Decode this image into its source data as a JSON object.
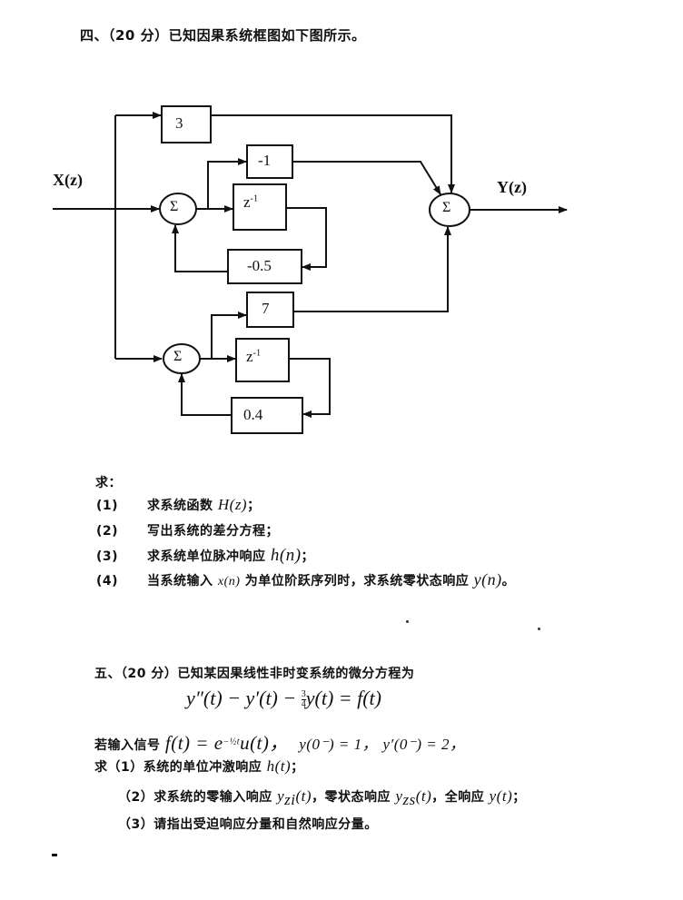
{
  "problem4": {
    "heading": "四、（20 分）已知因果系统框图如下图所示。",
    "diagram": {
      "input_label": "X(z)",
      "output_label": "Y(z)",
      "sum_symbol": "Σ",
      "gain_top": "3",
      "upper_branch": {
        "feedforward_gain": "-1",
        "delay": "z",
        "delay_exp": "-1",
        "feedback_gain": "-0.5"
      },
      "lower_branch": {
        "feedforward_gain": "7",
        "delay": "z",
        "delay_exp": "-1",
        "feedback_gain": "0.4"
      }
    },
    "ask_label": "求：",
    "questions": [
      {
        "num": "(1)",
        "text": "求系统函数 ",
        "math": "H(z)",
        "tail": "；"
      },
      {
        "num": "(2)",
        "text": "写出系统的差分方程；",
        "math": "",
        "tail": ""
      },
      {
        "num": "(3)",
        "text": "求系统单位脉冲响应 ",
        "math": "h(n)",
        "tail": "；"
      },
      {
        "num": "(4)",
        "text": "当系统输入 ",
        "math": "x(n)",
        "tail": " 为单位阶跃序列时，求系统零状态响应 ",
        "math2": "y(n)",
        "tail2": "。"
      }
    ]
  },
  "problem5": {
    "heading": "五、（20 分）已知某因果线性非时变系统的微分方程为",
    "equation": {
      "lhs1": "y″(t) − y′(t) − ",
      "frac_num": "3",
      "frac_den": "4",
      "lhs2": "y(t) = f(t)"
    },
    "input_line": {
      "prefix": "若输入信号 ",
      "f_def": "f(t) = e",
      "f_exp": "−½t",
      "f_tail": "u(t)，",
      "ic1": "y(0⁻) = 1，",
      "ic2": "y′(0⁻) = 2，"
    },
    "ask_prefix": "求",
    "questions": [
      {
        "num": "（1）",
        "text": "系统的单位冲激响应 ",
        "math": "h(t)",
        "tail": "；"
      },
      {
        "num": "（2）",
        "text": "求系统的零输入响应 ",
        "math": "y",
        "sub": "zi",
        "math_tail": "(t)",
        "text2": "，零状态响应 ",
        "math2": "y",
        "sub2": "zs",
        "math2_tail": "(t)",
        "text3": "，全响应 ",
        "math3": "y(t)",
        "tail": "；"
      },
      {
        "num": "（3）",
        "text": "请指出受迫响应分量和自然响应分量。"
      }
    ]
  }
}
